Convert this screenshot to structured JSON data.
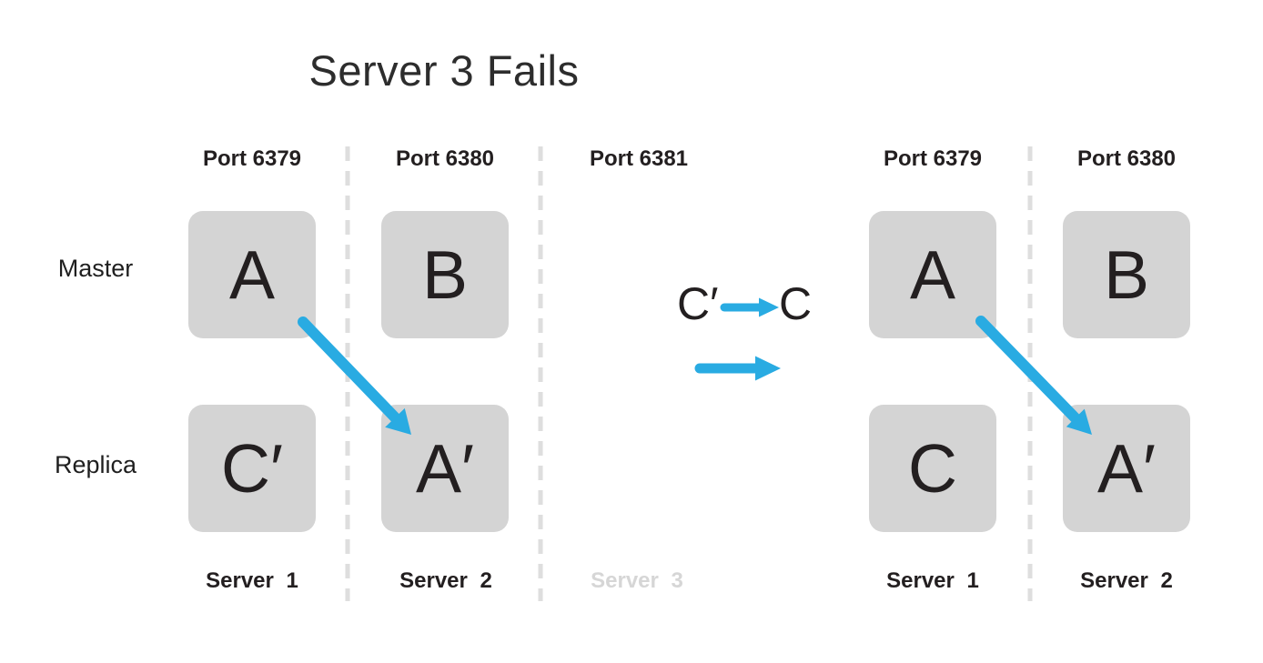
{
  "title": "Server 3 Fails",
  "row_labels": {
    "master": "Master",
    "replica": "Replica"
  },
  "left_cluster": {
    "columns": [
      {
        "port": "Port 6379",
        "server": "Server 1",
        "master": "A",
        "replica": "C′"
      },
      {
        "port": "Port 6380",
        "server": "Server 2",
        "master": "B",
        "replica": "A′"
      },
      {
        "port": "Port 6381",
        "server": "Server 3"
      }
    ]
  },
  "right_cluster": {
    "columns": [
      {
        "port": "Port 6379",
        "server": "Server 1",
        "master": "A",
        "replica": "C"
      },
      {
        "port": "Port 6380",
        "server": "Server 2",
        "master": "B",
        "replica": "A′"
      }
    ]
  },
  "promotion": {
    "from": "C′",
    "to": "C"
  },
  "colors": {
    "arrow_blue": "#29abe2",
    "box_fill": "#d4d4d4",
    "text_dark": "#231f20",
    "faded_text": "#d6d6d6",
    "divider_gray": "#dedede"
  }
}
